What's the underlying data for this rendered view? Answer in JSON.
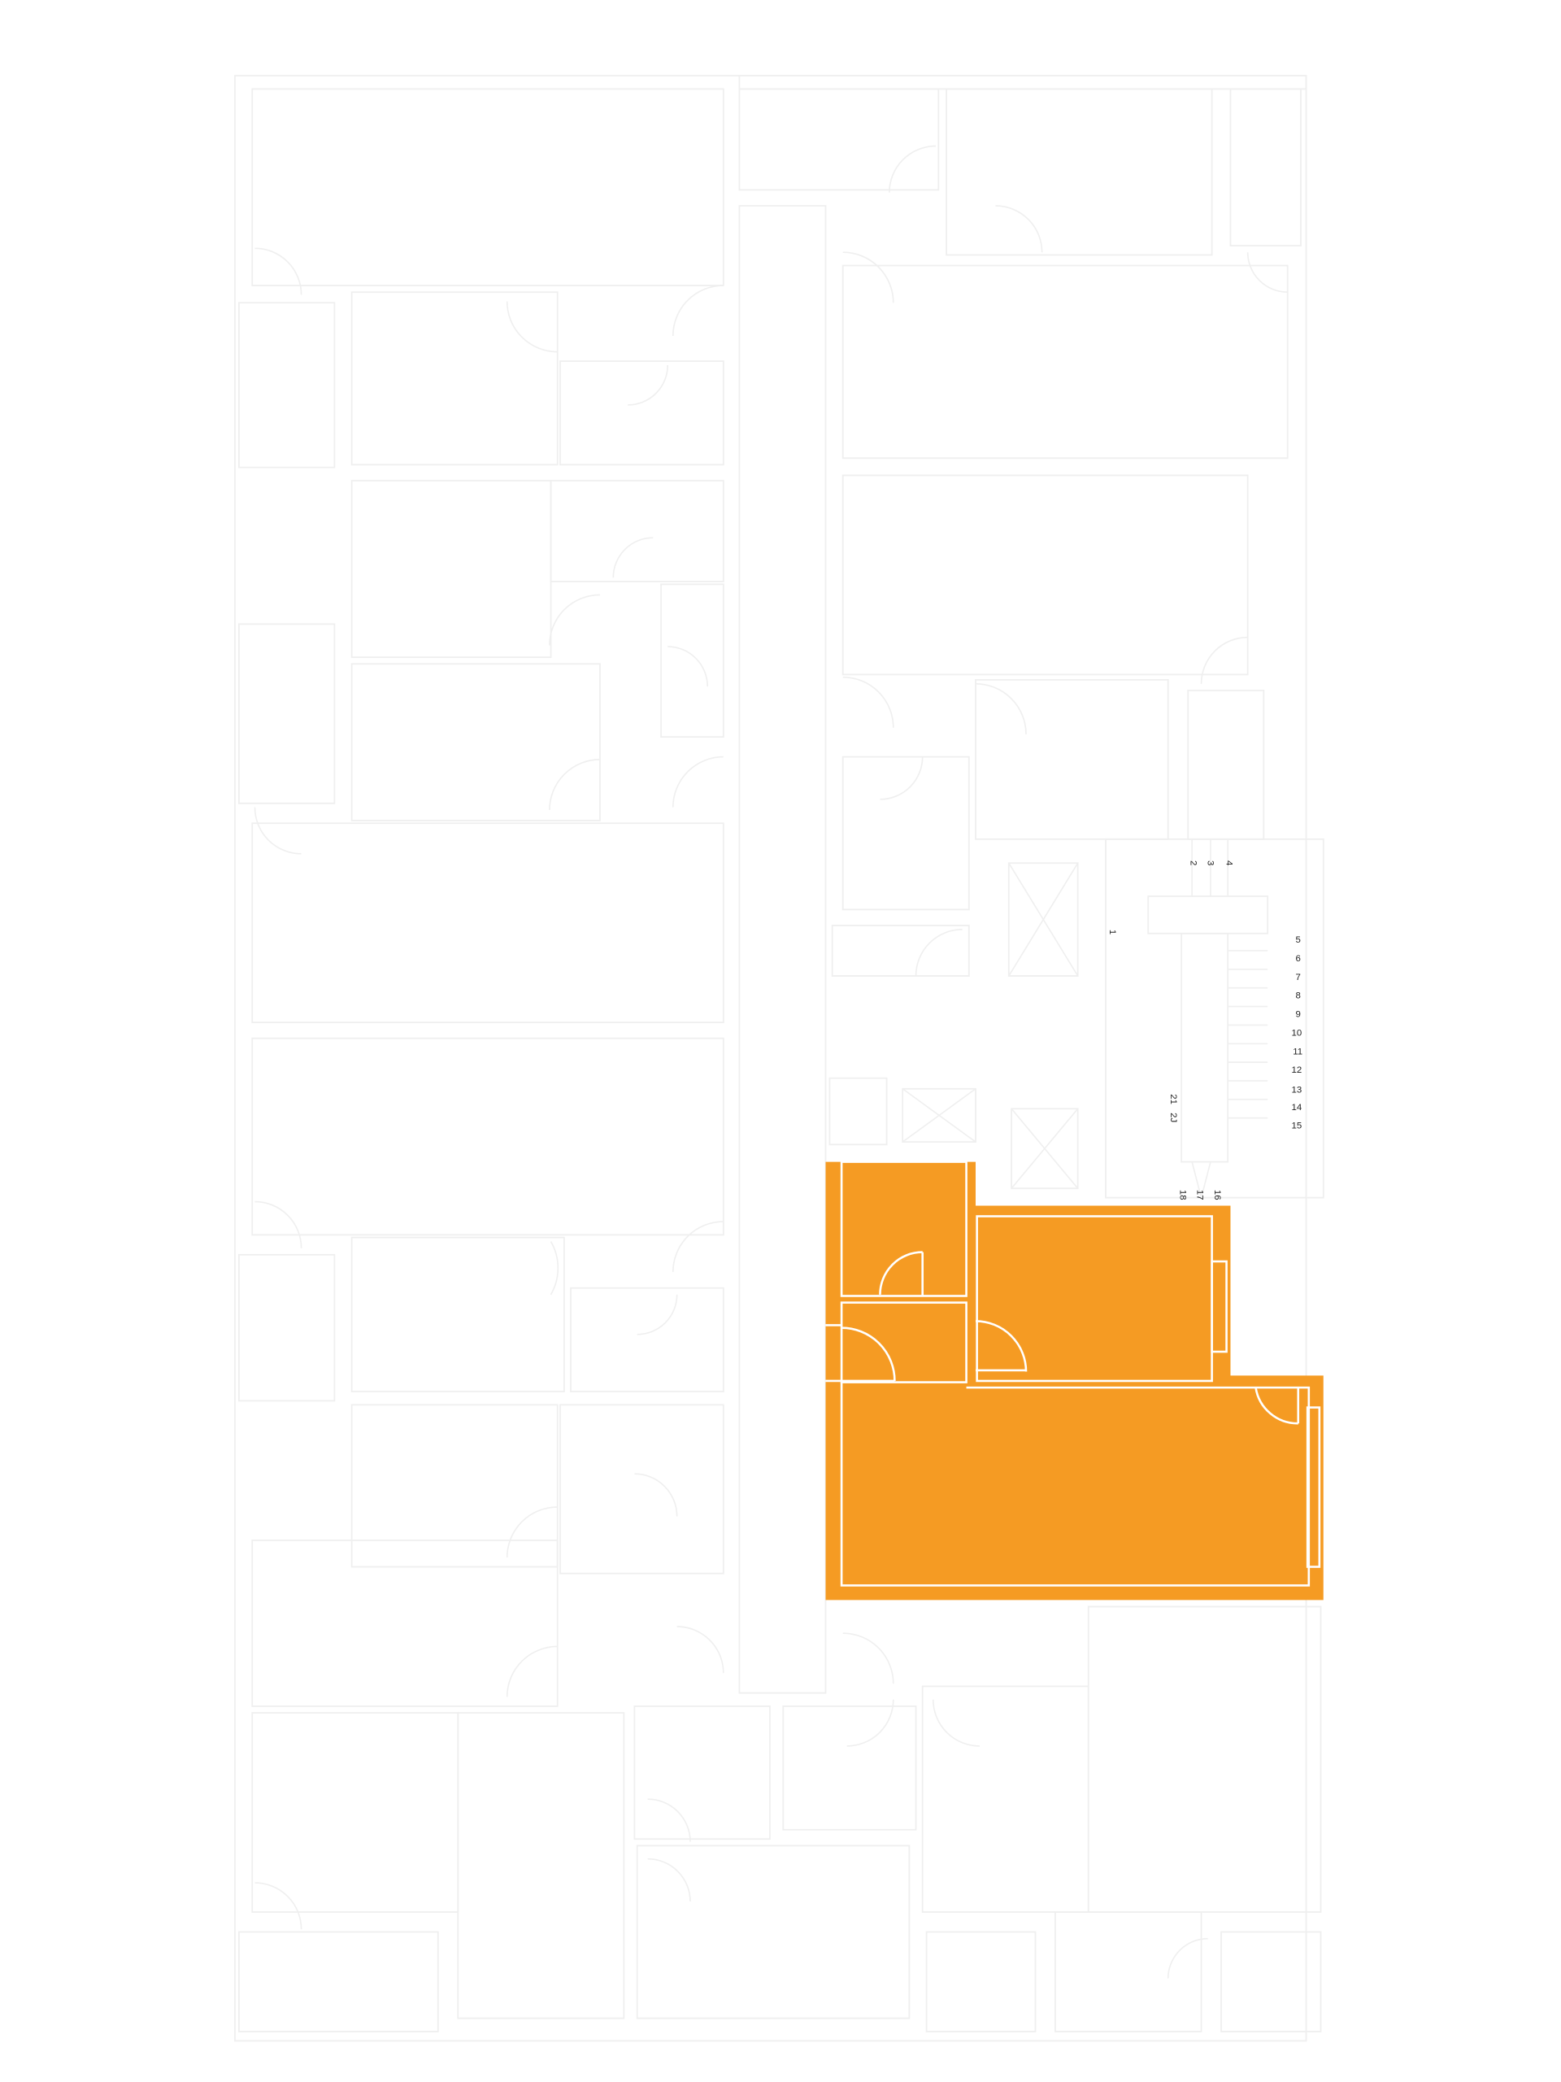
{
  "plan": {
    "highlight_color": "#F59B23",
    "wall_color": "#EFEFEF",
    "highlighted_unit": "selected-apartment"
  },
  "stair_numbers": {
    "n1": "1",
    "n2": "2",
    "n3": "3",
    "n4": "4",
    "n5": "5",
    "n6": "6",
    "n7": "7",
    "n8": "8",
    "n9": "9",
    "n10": "10",
    "n11": "11",
    "n12": "12",
    "n13": "13",
    "n14": "14",
    "n15": "15",
    "n16": "16",
    "n17": "17",
    "n18": "18",
    "n20": "2J",
    "n21": "21"
  }
}
